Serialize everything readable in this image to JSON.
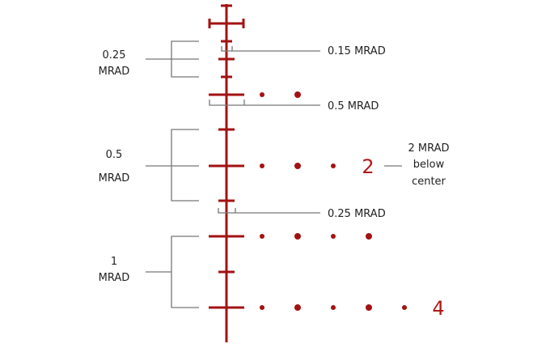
{
  "labels": {
    "left_025": [
      "0.25",
      "MRAD"
    ],
    "left_05": [
      "0.5",
      "MRAD"
    ],
    "left_1": [
      "1",
      "MRAD"
    ],
    "right_015": "0.15 MRAD",
    "right_05": "0.5 MRAD",
    "right_025": "0.25 MRAD",
    "below": [
      "2 MRAD",
      "below",
      "center"
    ]
  },
  "holdover_numbers": {
    "two": "2",
    "four": "4"
  },
  "colors": {
    "reticle": "#a31212",
    "annotation": "#777777"
  }
}
